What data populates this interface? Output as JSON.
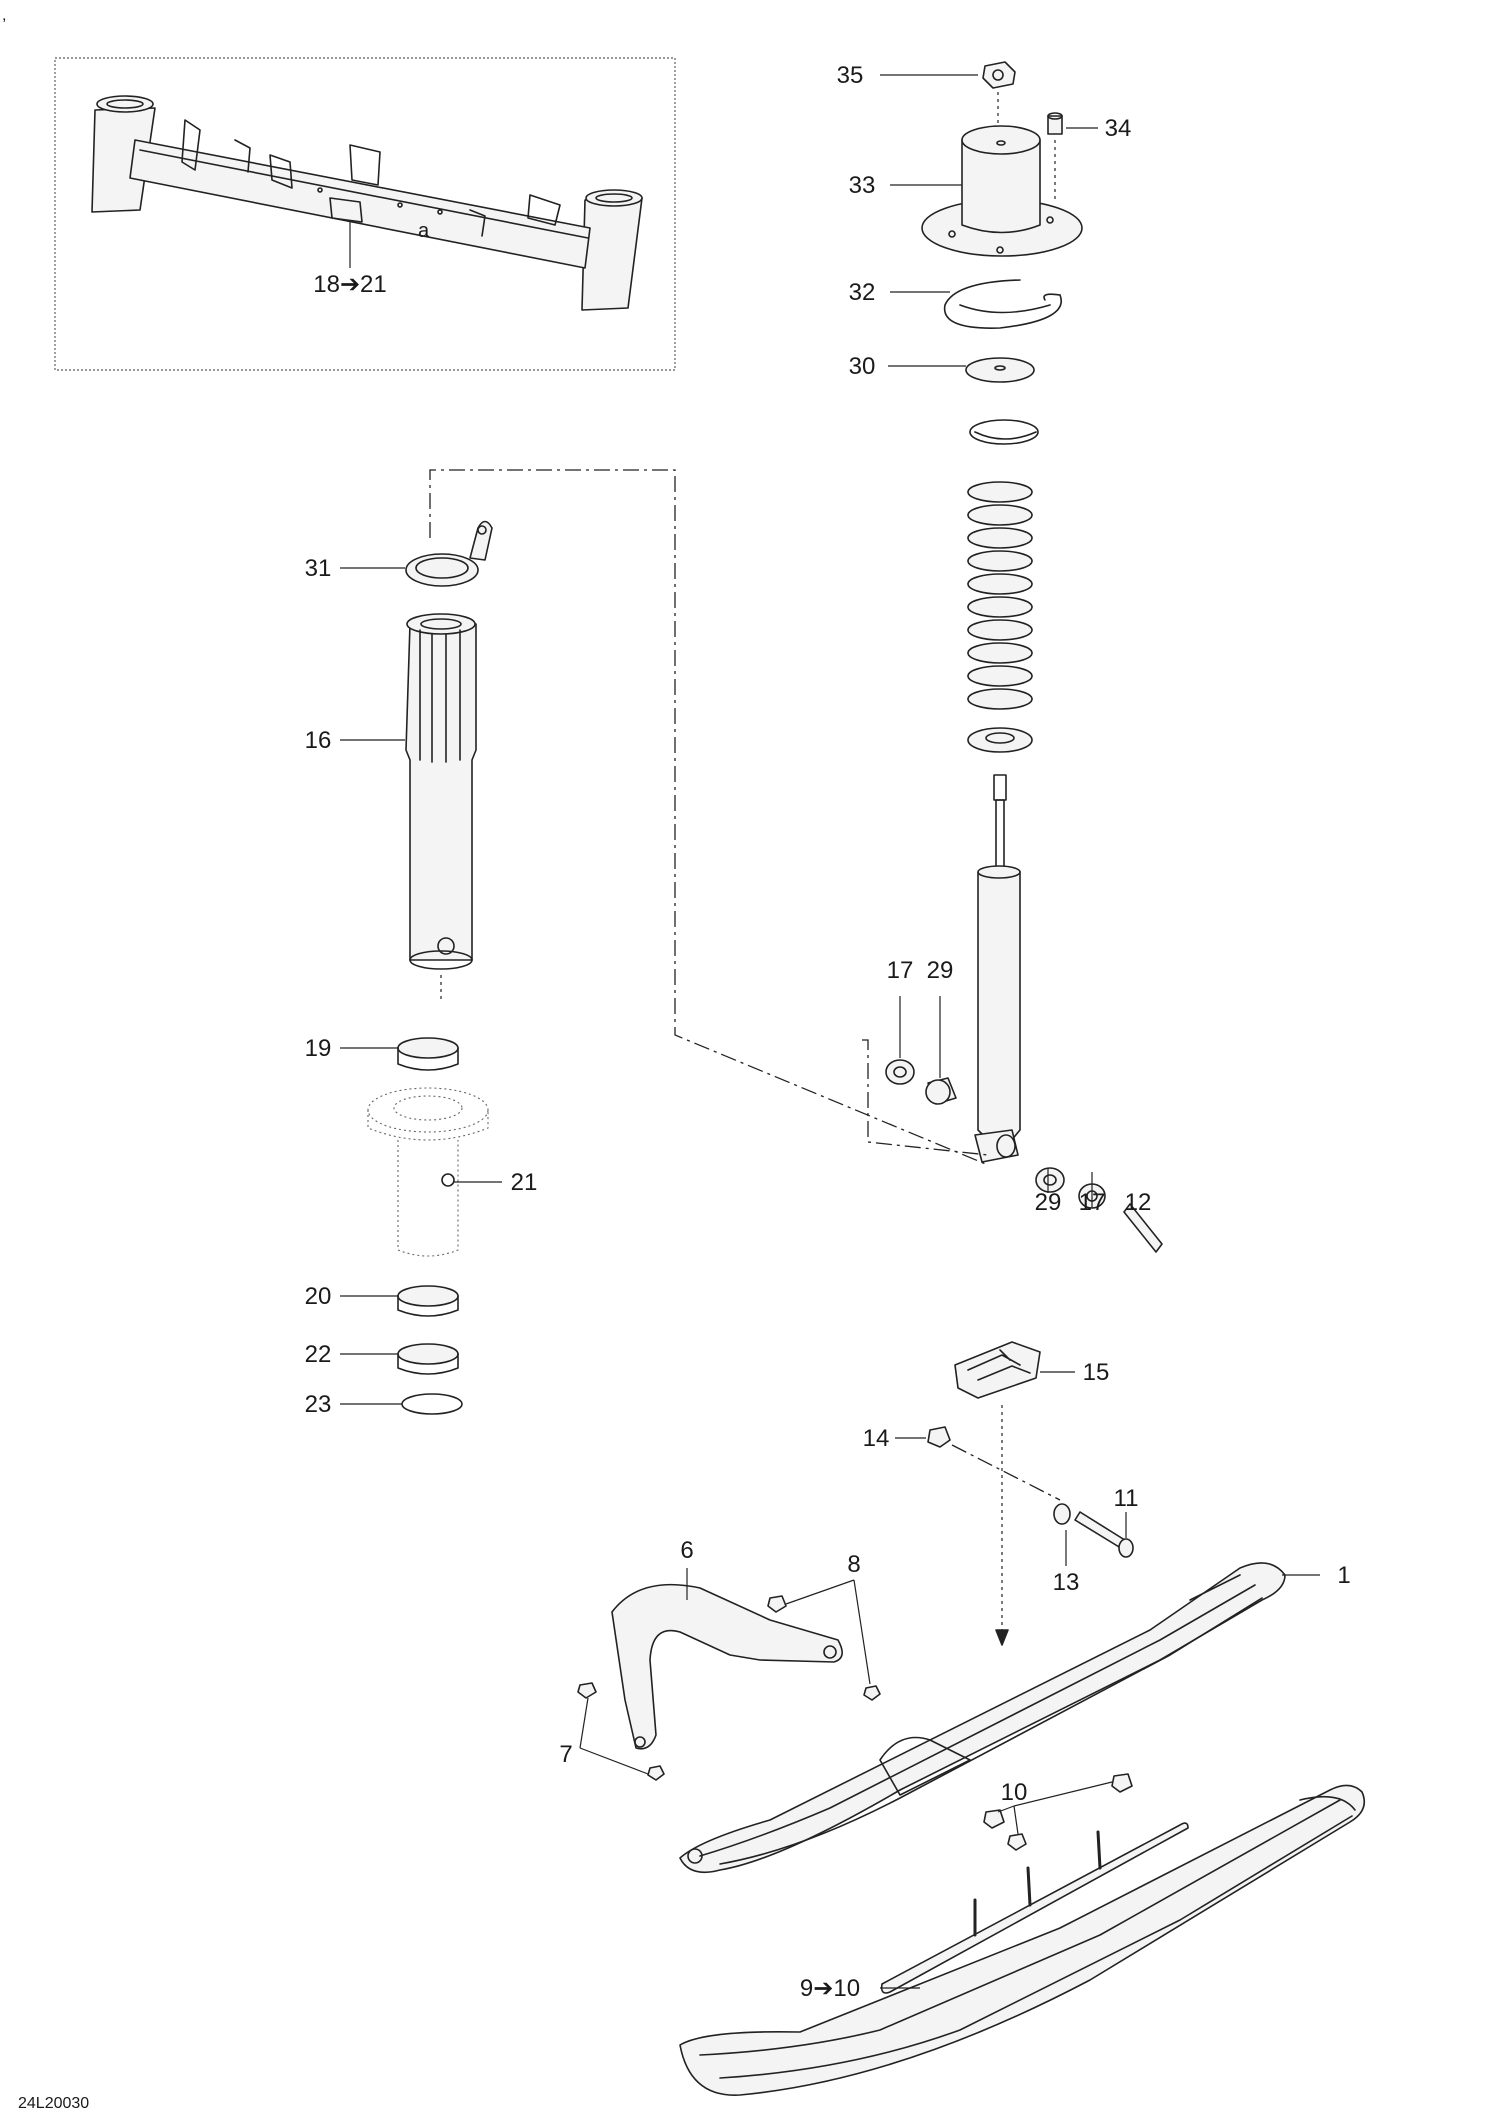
{
  "stray_mark": ",",
  "figure_code": "24L20030",
  "inset": {
    "range_label": "18➔21",
    "letter_a": "a"
  },
  "callouts": {
    "c1": "1",
    "c6": "6",
    "c7": "7",
    "c8": "8",
    "c9_10": "9➔10",
    "c10": "10",
    "c11": "11",
    "c12": "12",
    "c13": "13",
    "c14": "14",
    "c15": "15",
    "c16": "16",
    "c17a": "17",
    "c17b": "17",
    "c19": "19",
    "c20": "20",
    "c21": "21",
    "c22": "22",
    "c23": "23",
    "c29a": "29",
    "c29b": "29",
    "c30": "30",
    "c31": "31",
    "c32": "32",
    "c33": "33",
    "c34": "34",
    "c35": "35"
  },
  "colors": {
    "ink": "#222222",
    "background": "#ffffff"
  }
}
